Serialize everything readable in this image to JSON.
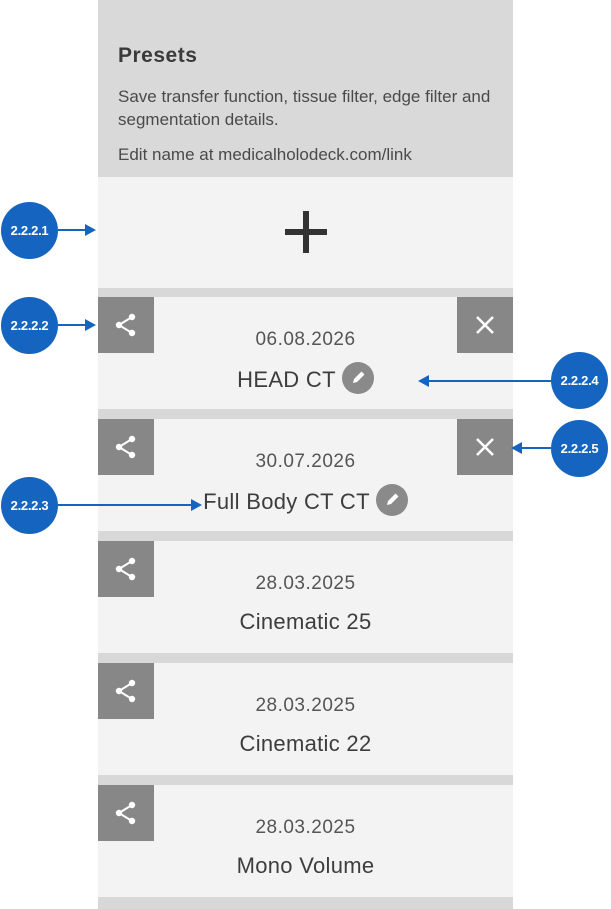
{
  "header": {
    "title": "Presets",
    "description": "Save transfer function, tissue filter, edge filter and segmentation details.",
    "edit_hint": "Edit name at medicalholodeck.com/link"
  },
  "presets": [
    {
      "date": "06.08.2026",
      "name": "HEAD CT",
      "editable": true,
      "deletable": true
    },
    {
      "date": "30.07.2026",
      "name": "Full Body CT CT",
      "editable": true,
      "deletable": true
    },
    {
      "date": "28.03.2025",
      "name": "Cinematic 25",
      "editable": false,
      "deletable": false
    },
    {
      "date": "28.03.2025",
      "name": "Cinematic 22",
      "editable": false,
      "deletable": false
    },
    {
      "date": "28.03.2025",
      "name": "Mono Volume",
      "editable": false,
      "deletable": false
    }
  ],
  "callouts": {
    "add": "2.2.2.1",
    "share": "2.2.2.2",
    "name": "2.2.2.3",
    "edit": "2.2.2.4",
    "delete": "2.2.2.5"
  },
  "icons": {
    "add": "plus-icon",
    "share": "share-icon",
    "delete": "close-icon",
    "edit": "pencil-icon"
  },
  "colors": {
    "callout": "#1565c0",
    "button_bg": "#878787",
    "card_bg": "#f3f3f3",
    "header_bg": "#d9d9d9"
  }
}
